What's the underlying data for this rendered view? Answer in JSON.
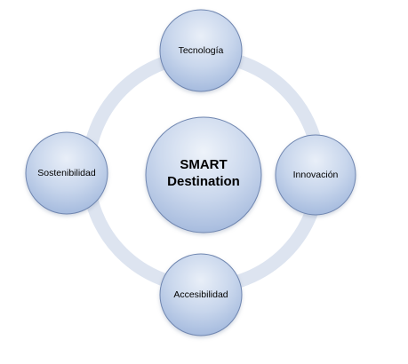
{
  "center": {
    "line1": "SMART",
    "line2": "Destination"
  },
  "nodes": {
    "top": "Tecnología",
    "right": "Innovación",
    "bottom": "Accesibilidad",
    "left": "Sostenibilidad"
  },
  "colors": {
    "ring": "#dde4f0",
    "node_fill_light": "#e4ebf6",
    "node_fill_dark": "#a7bddf",
    "node_stroke": "#6f86b0"
  }
}
